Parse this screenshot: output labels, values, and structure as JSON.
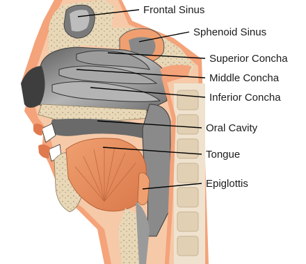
{
  "labels": {
    "frontal_sinus": "Frontal Sinus",
    "sphenoid_sinus": "Sphenoid Sinus",
    "superior_concha": "Superior Concha",
    "middle_concha": "Middle Concha",
    "inferior_concha": "Inferior Concha",
    "oral_cavity": "Oral Cavity",
    "tongue": "Tongue",
    "epiglottis": "Epiglottis"
  },
  "colors": {
    "skin": "#f4a37a",
    "soft_tissue": "#f6c9a8",
    "bone": "#e8d8b8",
    "bone_spots": "#b8a888",
    "cavity_gray": "#8c8c8c",
    "dark_gray": "#4a4a4a",
    "light_gray": "#c8c8c8",
    "tongue": "#e88c5a",
    "spine": "#efe2cf"
  }
}
